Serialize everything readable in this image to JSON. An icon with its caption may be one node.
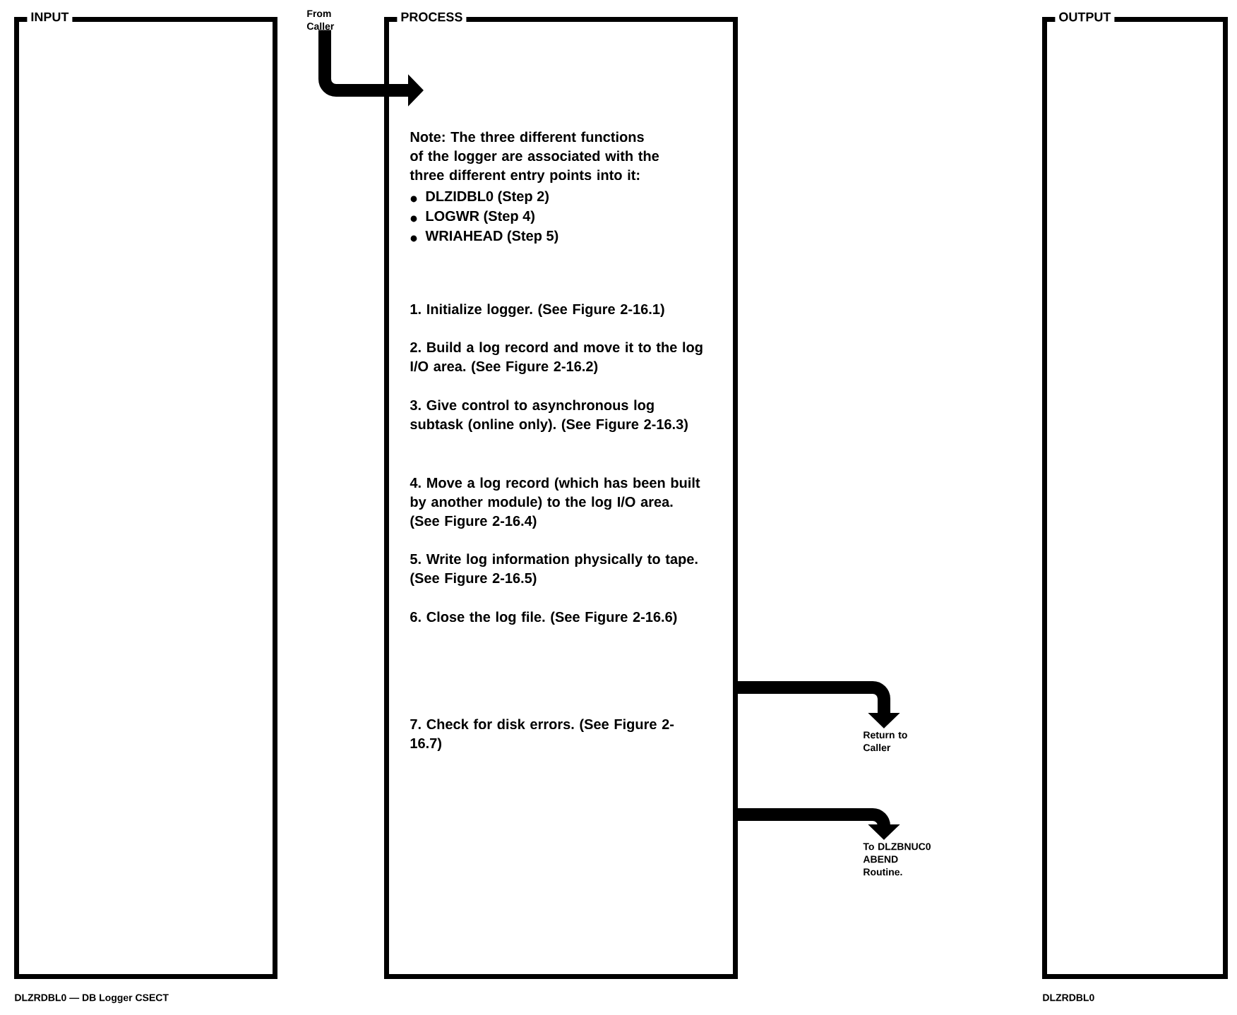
{
  "diagram": {
    "nodes": [
      {
        "text": [
          "INPUT"
        ]
      },
      {
        "text": [
          "PROCESS",
          "Note: The three different functions of the logger are associated with the three different entry points into it:",
          "DLZIDBL0 (Step 2)",
          "LOGWR (Step 4)",
          "WRIAHEAD (Step 5)",
          "1. Initialize logger. (See Figure 2-16.1)",
          "2. Build a log record and move it to the log I/O area. (See Figure 2-16.2)",
          "3. Give control to asynchronous log subtask (online only). (See Figure 2-16.3)",
          "4. Move a log record (which has been built by another module) to the log I/O area. (See Figure 2-16.4)",
          "5. Write log information physically to tape. (See Figure 2-16.5)",
          "6. Close the log file. (See Figure 2-16.6)",
          "7. Check for disk errors. (See Figure 2-16.7)"
        ]
      },
      {
        "text": [
          "OUTPUT"
        ]
      },
      {
        "text": [
          "From Caller"
        ]
      },
      {
        "text": [
          "Return to Caller"
        ]
      },
      {
        "text": [
          "To DLZBNUC0 ABEND Routine."
        ]
      }
    ],
    "edges": [
      {
        "from": 3,
        "to": 1,
        "arrow": "to"
      },
      {
        "from": 1,
        "to": 4,
        "arrow": "to"
      },
      {
        "from": 1,
        "to": 5,
        "arrow": "to"
      }
    ],
    "labels": [
      "DLZRDBL0 — DB Logger CSECT",
      "DLZRDBL0"
    ]
  }
}
